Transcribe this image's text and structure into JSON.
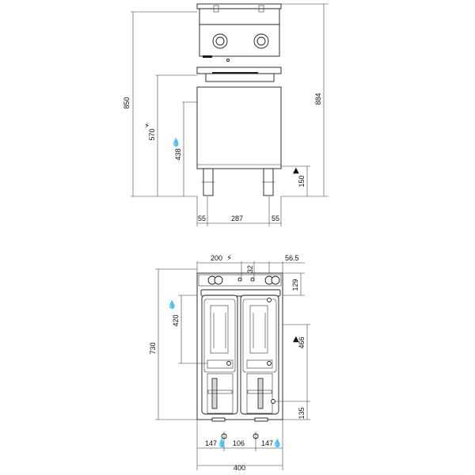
{
  "front_view": {
    "height_total": "850",
    "height_max": "884",
    "height_connection": "570",
    "height_drain": "438",
    "height_leg": "150",
    "width_left": "55",
    "width_center": "287",
    "width_right": "55"
  },
  "top_view": {
    "offset_electric": "200",
    "offset_connection": "32",
    "offset_right": "56.5",
    "depth_top": "129",
    "depth_drain": "420",
    "depth_total": "730",
    "depth_gas": "466",
    "depth_bottom": "135",
    "width_left": "147",
    "width_center": "106",
    "width_right": "147",
    "width_total": "400"
  },
  "icons": {
    "electric": "electric-symbol",
    "water": "drop-symbol",
    "gas": "gas-flame-symbol"
  }
}
